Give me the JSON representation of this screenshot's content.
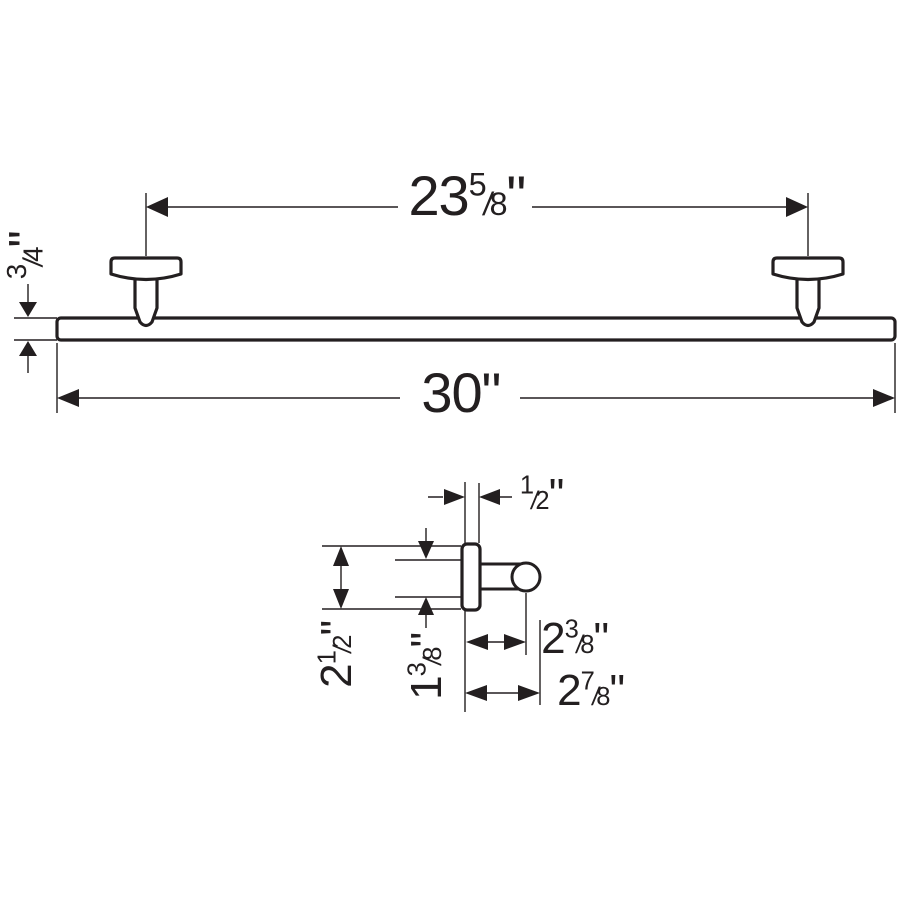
{
  "meta": {
    "description": "Technical dimension drawing of a wall-mounted towel bar: top elevation view with two mounting posts, and a side profile detail of one mounting post",
    "line_color": "#231f20",
    "background_color": "#ffffff"
  },
  "symbols": {
    "inch": "\"",
    "fraction_slash": "/"
  },
  "top_view": {
    "center_to_center": {
      "whole": "23",
      "num": "5",
      "den": "8",
      "display": "23 5/8\""
    },
    "overall_length": {
      "whole": "30",
      "display": "30\""
    },
    "bar_height": {
      "num": "3",
      "den": "4",
      "display": "3/4\""
    }
  },
  "detail_view": {
    "plate_thickness": {
      "num": "1",
      "den": "2",
      "display": "1/2\""
    },
    "escutcheon_height": {
      "whole": "2",
      "num": "1",
      "den": "2",
      "display": "2 1/2\""
    },
    "inner_height": {
      "whole": "1",
      "num": "3",
      "den": "8",
      "display": "1 3/8\""
    },
    "depth_to_ball_center": {
      "whole": "2",
      "num": "3",
      "den": "8",
      "display": "2 3/8\""
    },
    "overall_depth": {
      "whole": "2",
      "num": "7",
      "den": "8",
      "display": "2 7/8\""
    }
  }
}
